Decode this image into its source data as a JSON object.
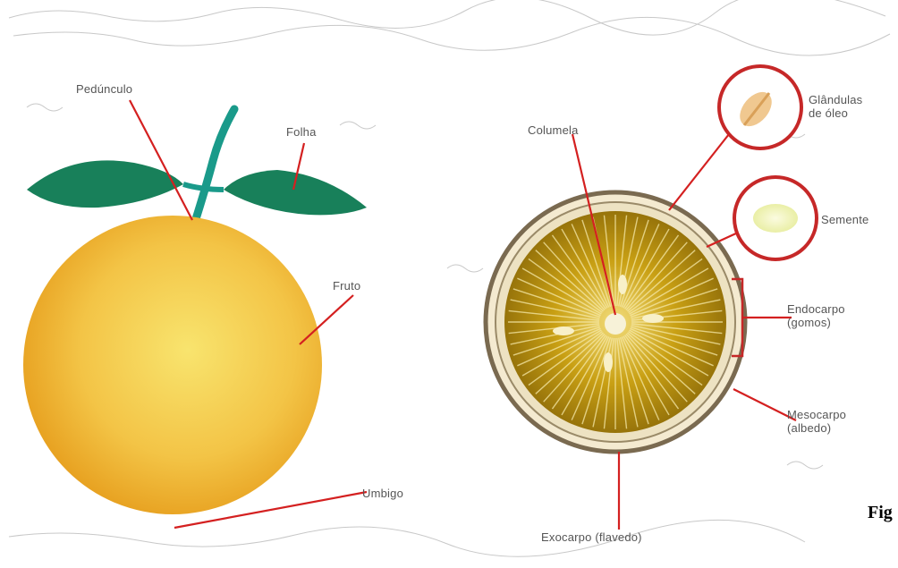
{
  "labels": {
    "pedunculo": "Pedúnculo",
    "folha": "Folha",
    "fruto": "Fruto",
    "umbigo": "Umbigo",
    "semente_top": "Glândulas de óleo",
    "columela": "Columela",
    "semente": "Semente",
    "endocarpo": "Endocarpo (gomos)",
    "mesocarpo": "Mesocarpo (albedo)",
    "exocarpo": "Exocarpo (flavedo)"
  },
  "figure_caption": "Fig",
  "colors": {
    "orange_light": "#f7e06a",
    "orange_dark": "#e8a21e",
    "leaf": "#18805a",
    "stem": "#1a9a8a",
    "pointer": "#d42020",
    "pulp": "#c89a10",
    "rind": "#8a7a5a"
  }
}
